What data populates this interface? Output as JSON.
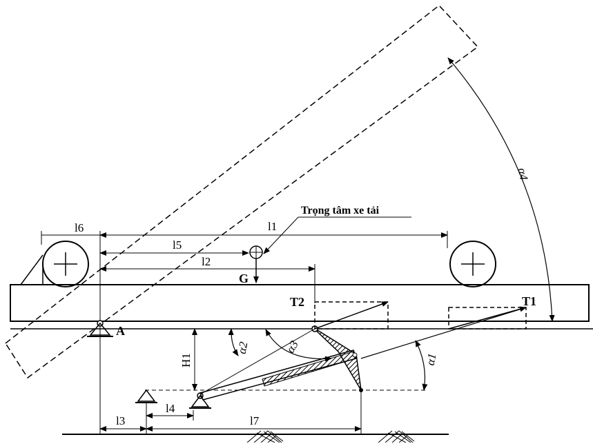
{
  "caption": "Trọng tâm xe tải",
  "labels": {
    "l1": "l1",
    "l2": "l2",
    "l3": "l3",
    "l4": "l4",
    "l5": "l5",
    "l6": "l6",
    "l7": "l7",
    "H1": "H1",
    "A": "A",
    "G": "G",
    "T1": "T1",
    "T2": "T2",
    "alpha1": "α1",
    "alpha2": "α2",
    "alpha3": "α3",
    "alpha4": "α4"
  },
  "colors": {
    "line": "#000000",
    "hatch": "#000000",
    "background": "#ffffff"
  }
}
